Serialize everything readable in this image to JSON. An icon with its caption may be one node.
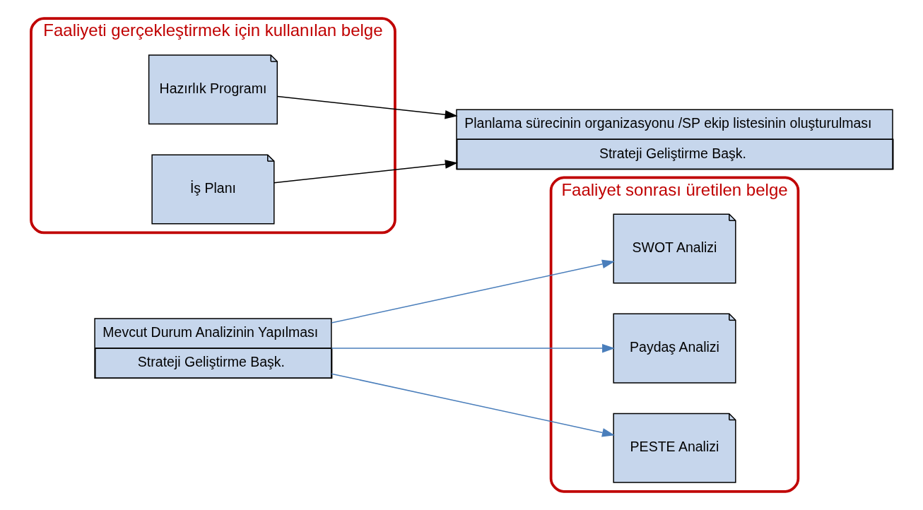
{
  "diagram": {
    "nodes": [
      {
        "text": [
          "Mevcut Durum Analizinin Yapılması",
          "Strateji Geliştirme Başk."
        ]
      },
      {
        "text": [],
        "shape": "ellipse",
        "beside": [
          "Faaliyet sonrası üretilen belge"
        ]
      },
      {
        "text": [
          "SWOT Analizi"
        ],
        "in": 1
      },
      {
        "text": [
          "Paydaş Analizi"
        ],
        "in": 1
      },
      {
        "text": [
          "PESTE Analizi"
        ],
        "in": 1
      },
      {
        "text": [],
        "shape": "ellipse",
        "beside": [
          "Faaliyeti gerçekleştirmek için kullanılan belge"
        ]
      },
      {
        "text": [
          "Hazırlık Programı"
        ],
        "in": 5
      },
      {
        "text": [
          "İş Planı"
        ],
        "in": 5
      },
      {
        "text": [
          "Planlama sürecinin organizasyonu /SP ekip listesinin oluşturulması",
          "Strateji Geliştirme Başk."
        ]
      }
    ],
    "edges": [
      {
        "from": 0,
        "to": 2,
        "arrow": "to",
        "color": "#4a7ebb"
      },
      {
        "from": 0,
        "to": 3,
        "arrow": "to",
        "color": "#4a7ebb"
      },
      {
        "from": 0,
        "to": 4,
        "arrow": "to",
        "color": "#4a7ebb"
      },
      {
        "from": 6,
        "to": 8,
        "arrow": "to",
        "color": "#000000"
      },
      {
        "from": 7,
        "to": 8,
        "arrow": "to",
        "color": "#000000"
      }
    ]
  }
}
